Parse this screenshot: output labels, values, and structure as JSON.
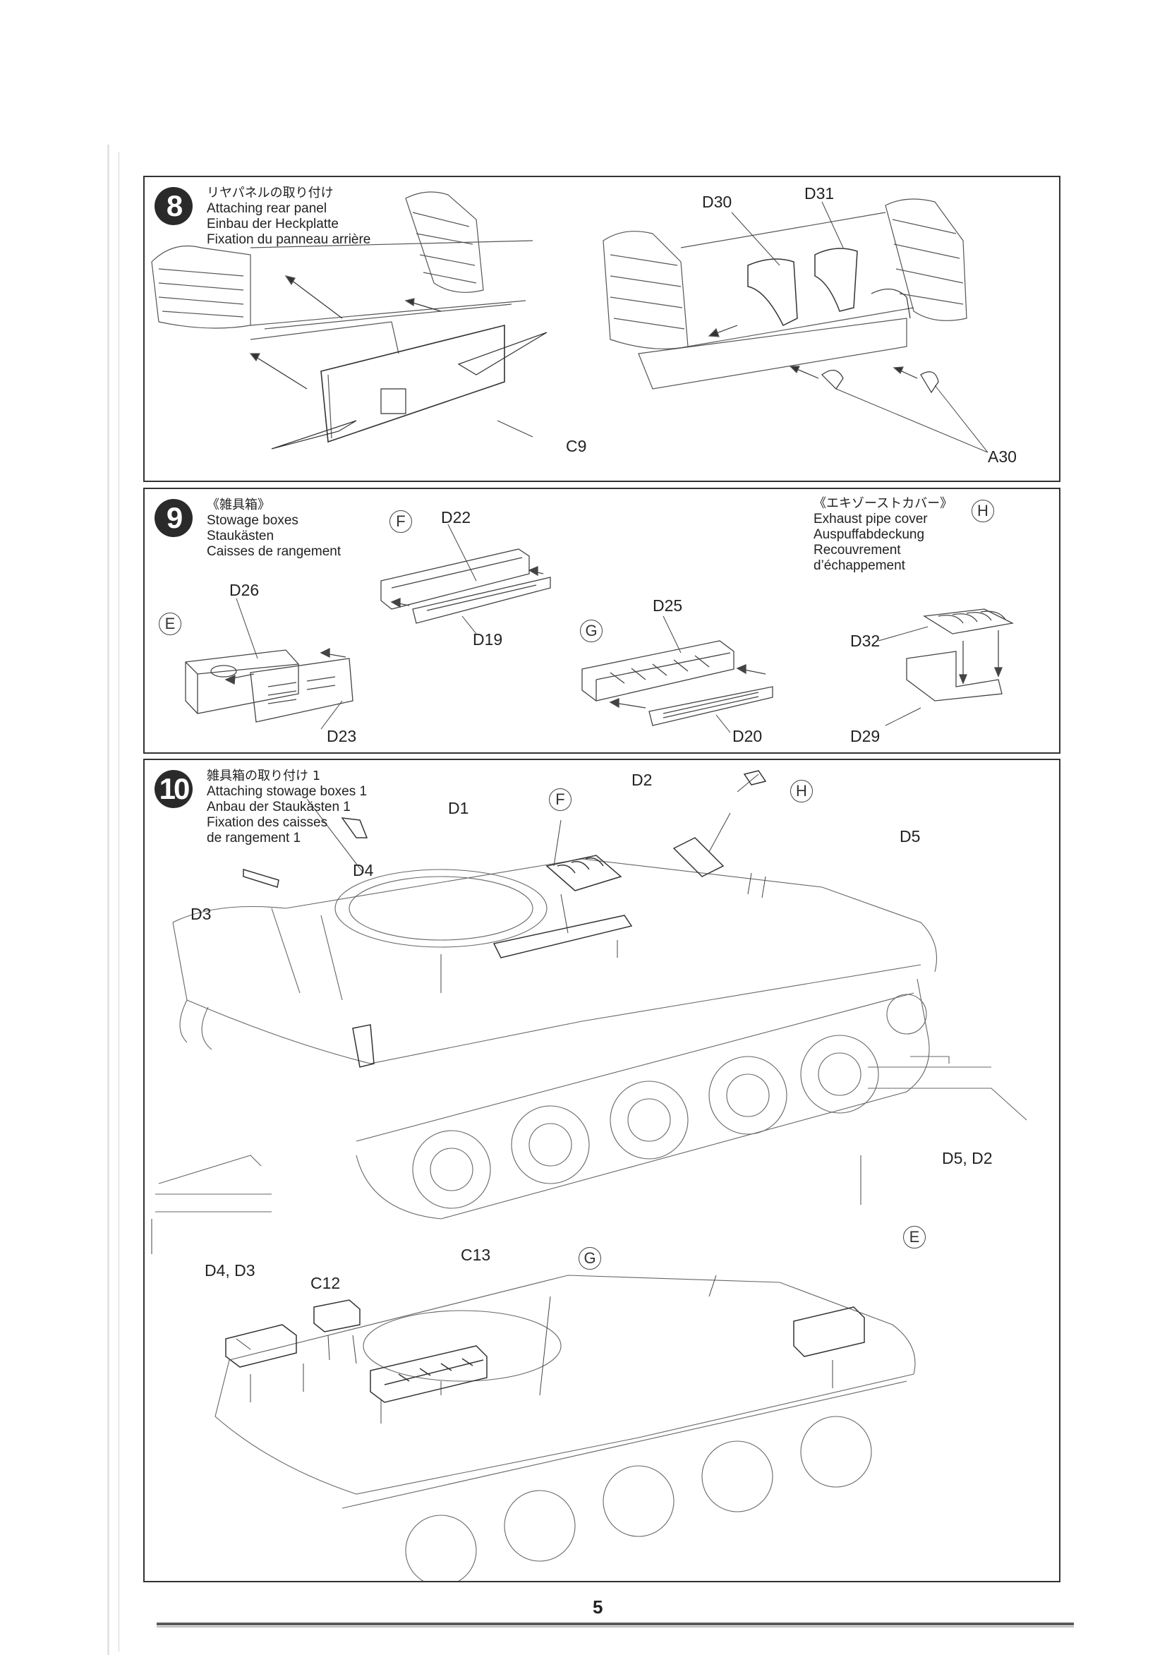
{
  "page": {
    "number": "5"
  },
  "step8": {
    "number": "8",
    "title_jp": "リヤパネルの取り付け",
    "title_en": "Attaching rear panel",
    "title_de": "Einbau der Heckplatte",
    "title_fr": "Fixation du panneau arrière",
    "parts": {
      "rear_panel": "C9",
      "left_fender": "D30",
      "right_fender": "D31",
      "brackets": "A30"
    }
  },
  "step9": {
    "number": "9",
    "title_jp": "《雑具箱》",
    "title_en": "Stowage boxes",
    "title_de": "Staukästen",
    "title_fr": "Caisses de rangement",
    "exhaust": {
      "title_jp": "《エキゾーストカバー》",
      "title_en": "Exhaust pipe cover",
      "title_de": "Auspuffabdeckung",
      "title_fr_1": "Recouvrement",
      "title_fr_2": "d’échappement",
      "badge": "H",
      "parts": {
        "top": "D32",
        "base": "D29"
      }
    },
    "box_E": {
      "badge": "E",
      "top": "D26",
      "side": "D23"
    },
    "box_F": {
      "badge": "F",
      "top": "D22",
      "side": "D19"
    },
    "box_G": {
      "badge": "G",
      "top": "D25",
      "side": "D20"
    }
  },
  "step10": {
    "number": "10",
    "title_jp": "雑具箱の取り付け 1",
    "title_en": "Attaching stowage boxes 1",
    "title_de": "Anbau der Staukästen 1",
    "title_fr_1": "Fixation des caisses",
    "title_fr_2": "de rangement 1",
    "parts": {
      "d1": "D1",
      "d2": "D2",
      "d3": "D3",
      "d4": "D4",
      "d5": "D5",
      "detail_right": "D5, D2",
      "detail_left": "D4, D3",
      "c12": "C12",
      "c13": "C13"
    },
    "badges": {
      "f": "F",
      "h": "H",
      "g": "G",
      "e": "E"
    }
  }
}
